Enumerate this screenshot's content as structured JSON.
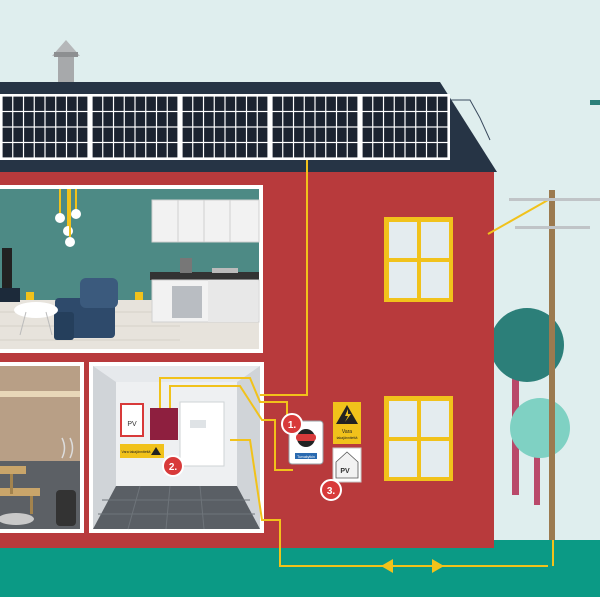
{
  "colors": {
    "sky": "#dfeeee",
    "ground": "#0b9a85",
    "house_wall": "#b83a3c",
    "roof": "#263445",
    "wire": "#f1c21b",
    "window_frame": "#f1c21b",
    "marker": "#d83a3a",
    "pole": "#9b7a4f",
    "tree_dark": "#2c7f79",
    "tree_light": "#7fd1c3",
    "trunk": "#b9496a"
  },
  "markers": [
    {
      "id": "1",
      "text": "1."
    },
    {
      "id": "2",
      "text": "2."
    },
    {
      "id": "3",
      "text": "3."
    }
  ],
  "signs": {
    "warning_title": "Vara",
    "warning_sub": "takajännitettä",
    "pv": "PV",
    "switch_label": "Turvakytkin",
    "inside_warning": "Vara takajännitettä"
  },
  "icons": [
    "chimney-icon",
    "solar-panel-icon",
    "lightning-warning-icon",
    "arrow-left-icon",
    "arrow-right-icon",
    "utility-pole-icon"
  ]
}
